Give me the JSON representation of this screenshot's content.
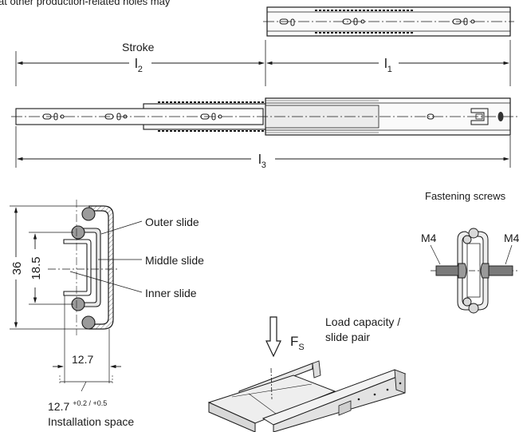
{
  "intro_fragment": "at other production-related holes may",
  "top_view": {
    "stroke_label": "Stroke",
    "dims": {
      "l1": {
        "base": "l",
        "sub": "1"
      },
      "l2": {
        "base": "l",
        "sub": "2"
      },
      "l3": {
        "base": "l",
        "sub": "3"
      }
    }
  },
  "cross_section": {
    "dim_outer": "36",
    "dim_inner": "18.5",
    "dim_width": "12.7",
    "install_value": "12.7",
    "install_tolerance": "+0.2 / +0.5",
    "install_label": "Installation space",
    "labels": {
      "outer": "Outer slide",
      "middle": "Middle slide",
      "inner": "Inner slide"
    }
  },
  "fastening": {
    "title": "Fastening screws",
    "screw_left": "M4",
    "screw_right": "M4"
  },
  "load": {
    "force": {
      "base": "F",
      "sub": "S"
    },
    "caption_line1": "Load capacity /",
    "caption_line2": "slide pair"
  },
  "colors": {
    "line": "#1a1a1a",
    "hatch": "#8c8c8c",
    "ball_fill": "#9b9b9b",
    "slide_fill": "#f2f2f2",
    "screw_fill": "#7a7a7a"
  }
}
